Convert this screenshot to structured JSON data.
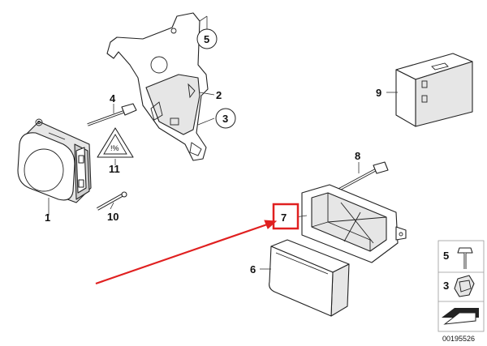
{
  "diagram": {
    "callouts": [
      "1",
      "2",
      "3",
      "4",
      "5",
      "6",
      "7",
      "8",
      "9",
      "10",
      "11"
    ],
    "highlight_label": "7",
    "legend": {
      "items": [
        {
          "number": "5",
          "icon": "screw-icon"
        },
        {
          "number": "3",
          "icon": "clip-nut-icon"
        }
      ],
      "arrow_icon": "arrow-step-icon"
    },
    "diagram_number": "00195526",
    "colors": {
      "highlight": "#e02020",
      "arrow": "#e02020"
    }
  }
}
